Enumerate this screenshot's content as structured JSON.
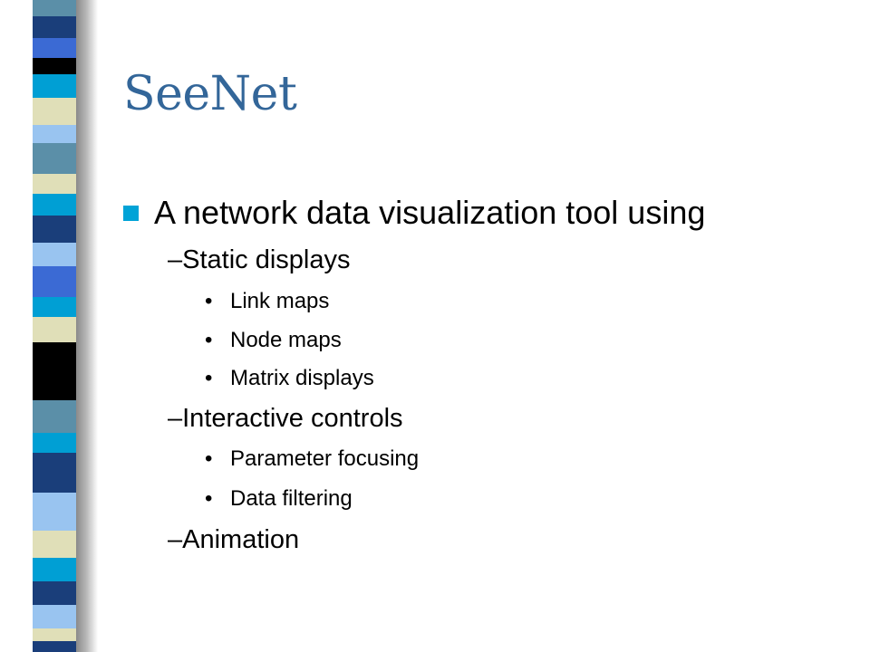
{
  "slide": {
    "title": "SeeNet",
    "bullet": {
      "text": "A network data visualization tool using",
      "marker_color": "#00a3d7"
    },
    "sub_items": [
      {
        "text": "–Static displays",
        "children": [
          "Link maps",
          "Node maps",
          "Matrix displays"
        ]
      },
      {
        "text": "–Interactive controls",
        "children": [
          "Parameter focusing",
          "Data filtering"
        ]
      },
      {
        "text": "–Animation",
        "children": []
      }
    ],
    "bullet_glyph": "•"
  },
  "theme": {
    "title_color": "#336699",
    "band_colors": [
      "#000000",
      "#5b8fa8",
      "#1a3e7a",
      "#3b6ad4",
      "#e0dfb8",
      "#009fd4",
      "#99c4f0"
    ]
  }
}
